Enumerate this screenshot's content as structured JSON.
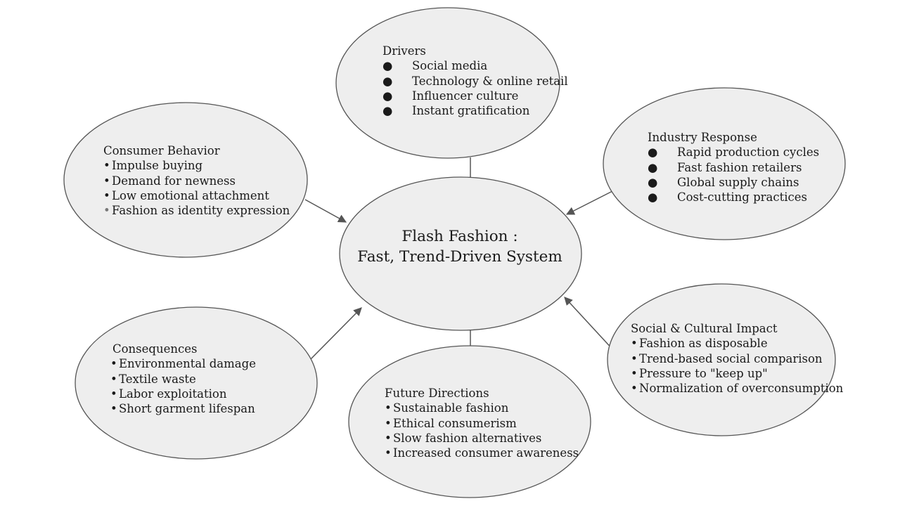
{
  "center": {
    "title_line1": "Flash Fashion :",
    "title_line2": "Fast, Trend-Driven System"
  },
  "drivers": {
    "title": "Drivers",
    "bullet": "●",
    "items": [
      "Social media",
      "Technology & online retail",
      "Influencer culture",
      "Instant gratification"
    ]
  },
  "industry_response": {
    "title": "Industry Response",
    "bullet": "●",
    "items": [
      "Rapid production cycles",
      "Fast fashion retailers",
      "Global supply chains",
      "Cost-cutting practices"
    ]
  },
  "consumer_behavior": {
    "title": "Consumer Behavior",
    "bullet": "•",
    "items": [
      "Impulse buying",
      "Demand for newness",
      "Low emotional attachment",
      "Fashion as identity expression"
    ]
  },
  "consequences": {
    "title": "Consequences",
    "bullet": "•",
    "items": [
      "Environmental damage",
      "Textile waste",
      "Labor exploitation",
      "Short garment lifespan"
    ]
  },
  "future_directions": {
    "title": "Future Directions",
    "bullet": "•",
    "items": [
      "Sustainable fashion",
      "Ethical consumerism",
      "Slow fashion alternatives",
      "Increased consumer awareness"
    ]
  },
  "social_cultural_impact": {
    "title": "Social & Cultural Impact",
    "bullet": "•",
    "items": [
      "Fashion as disposable",
      "Trend-based social comparison",
      "Pressure to \"keep up\"",
      "Normalization of overconsumption"
    ]
  },
  "colors": {
    "node_fill": "#eeeeee",
    "node_stroke": "#555555",
    "arrow": "#555555",
    "text": "#1a1a1a"
  }
}
